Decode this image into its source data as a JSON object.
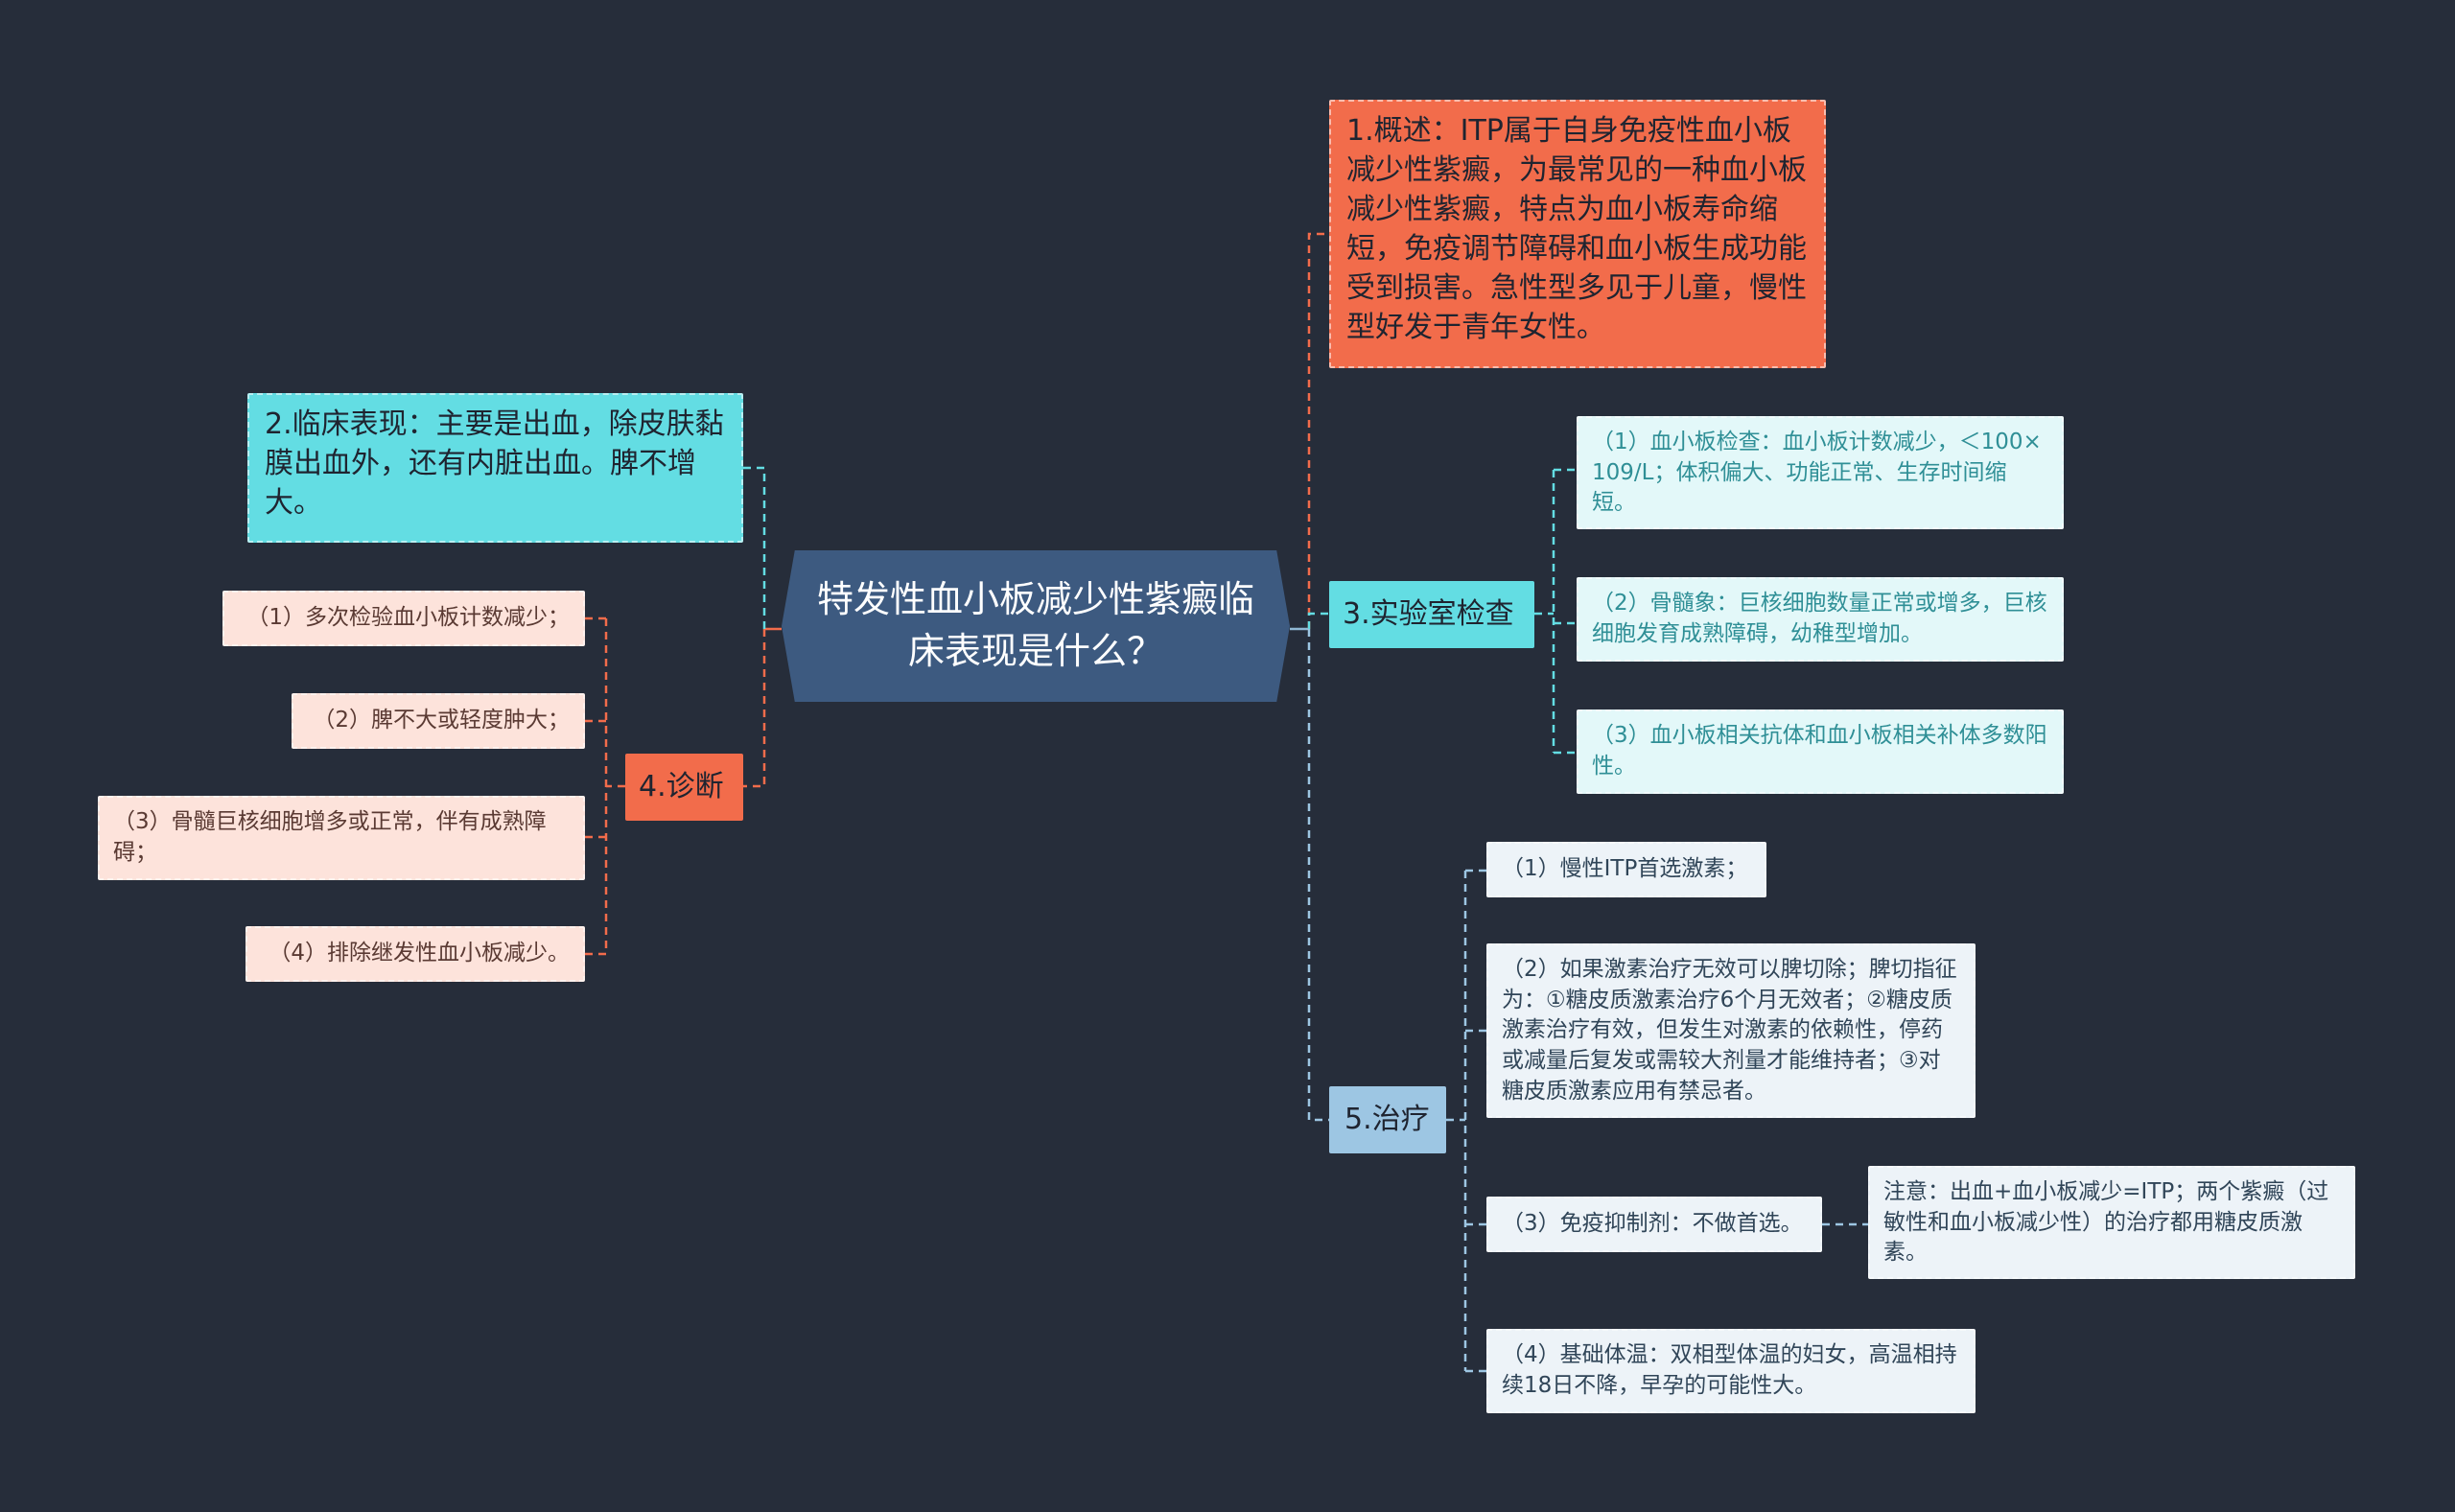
{
  "title": "特发性血小板减少性紫癜临床表现是什么？",
  "branches": {
    "overview": "1.概述：ITP属于自身免疫性血小板减少性紫癜，为最常见的一种血小板减少性紫癜，特点为血小板寿命缩短，免疫调节障碍和血小板生成功能受到损害。急性型多见于儿童，慢性型好发于青年女性。",
    "clinical": "2.临床表现：主要是出血，除皮肤黏膜出血外，还有内脏出血。脾不增大。",
    "lab": {
      "label": "3.实验室检查",
      "items": [
        "（1）血小板检查：血小板计数减少，＜100×109/L；体积偏大、功能正常、生存时间缩短。",
        "（2）骨髓象：巨核细胞数量正常或增多，巨核细胞发育成熟障碍，幼稚型增加。",
        "（3）血小板相关抗体和血小板相关补体多数阳性。"
      ]
    },
    "diagnosis": {
      "label": "4.诊断",
      "items": [
        "（1）多次检验血小板计数减少；",
        "（2）脾不大或轻度肿大；",
        "（3）骨髓巨核细胞增多或正常，伴有成熟障碍；",
        "（4）排除继发性血小板减少。"
      ]
    },
    "treatment": {
      "label": "5.治疗",
      "items": [
        "（1）慢性ITP首选激素；",
        "（2）如果激素治疗无效可以脾切除；脾切指征为：①糖皮质激素治疗6个月无效者；②糖皮质激素治疗有效，但发生对激素的依赖性，停药或减量后复发或需较大剂量才能维持者；③对糖皮质激素应用有禁忌者。",
        "（3）免疫抑制剂：不做首选。",
        "（4）基础体温：双相型体温的妇女，高温相持续18日不降，早孕的可能性大。"
      ],
      "note": "注意：出血+血小板减少=ITP；两个紫癜（过敏性和血小板减少性）的治疗都用糖皮质激素。"
    }
  },
  "colors": {
    "background": "#262d3a",
    "root": "#3d5a80",
    "orange": "#f26c4b",
    "cyan": "#63dde3",
    "blue": "#9dc6e3",
    "leaf_cyan": "#e3f8f9",
    "leaf_peach": "#fde3db",
    "leaf_pale": "#edf3f8"
  }
}
